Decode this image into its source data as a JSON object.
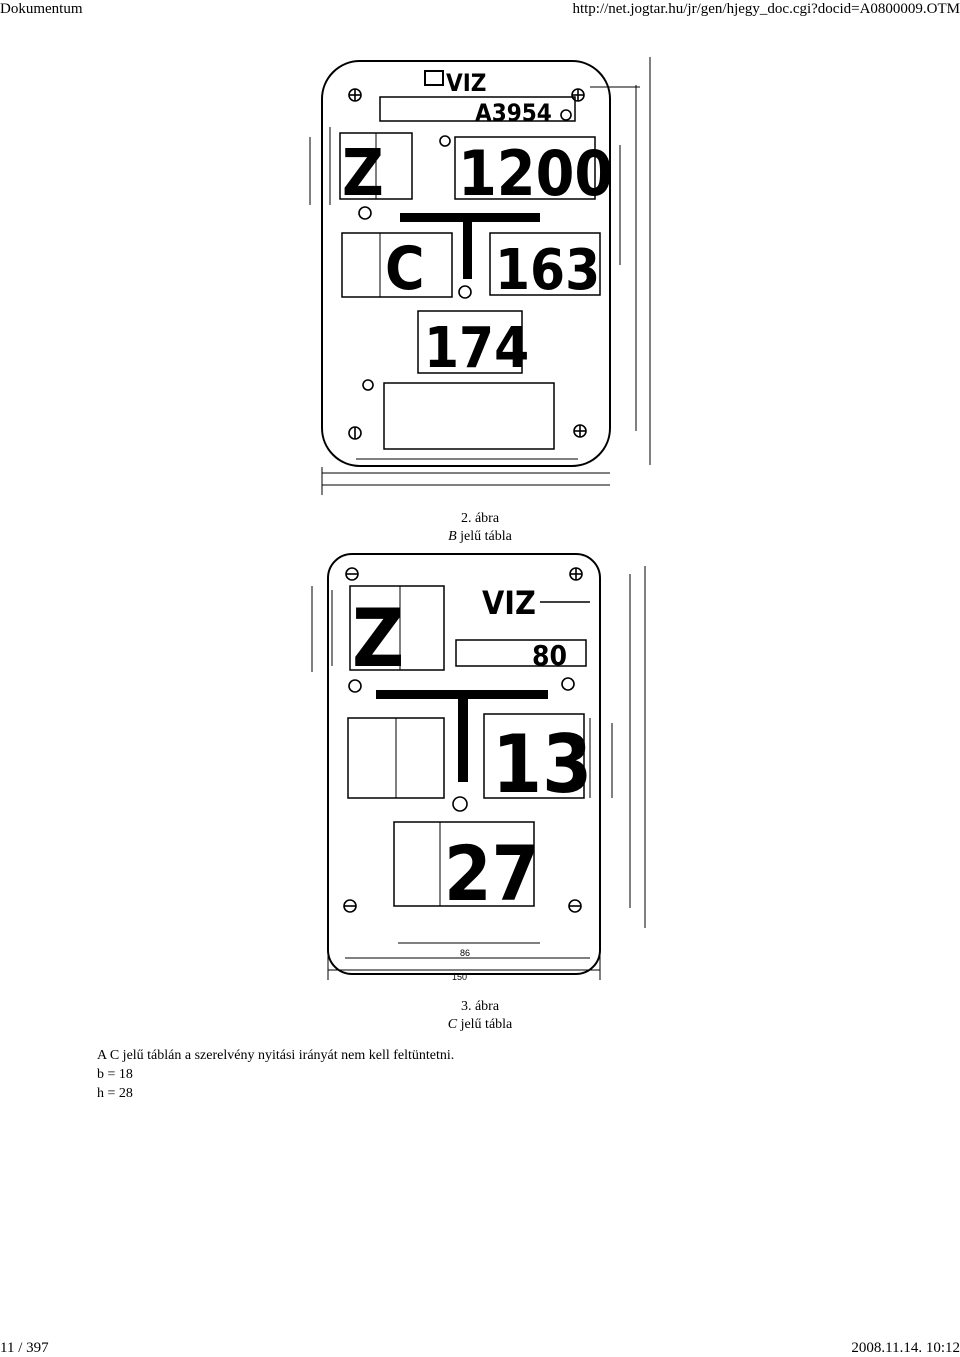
{
  "header": {
    "left": "Dokumentum",
    "right": "http://net.jogtar.hu/jr/gen/hjegy_doc.cgi?docid=A0800009.OTM"
  },
  "figure2": {
    "caption_number": "2. ábra",
    "caption_letter": "B",
    "caption_rest": " jelű tábla",
    "signs": {
      "viz": "VIZ",
      "code": "A3954",
      "z": "Z",
      "num1": "1200",
      "c": "C",
      "num2": "163",
      "num3": "174"
    }
  },
  "figure3": {
    "caption_number": "3. ábra",
    "caption_letter": "C",
    "caption_rest": " jelű tábla",
    "signs": {
      "z": "Z",
      "viz": "VIZ",
      "num80": "80",
      "num13": "13",
      "num27": "27",
      "dim86": "86",
      "dim150": "150"
    }
  },
  "note": {
    "line1": "A C jelű táblán a szerelvény nyitási irányát nem kell feltüntetni.",
    "line2": "b = 18",
    "line3": "h = 28"
  },
  "footer": {
    "page": "11 / 397",
    "date": "2008.11.14. 10:12"
  }
}
